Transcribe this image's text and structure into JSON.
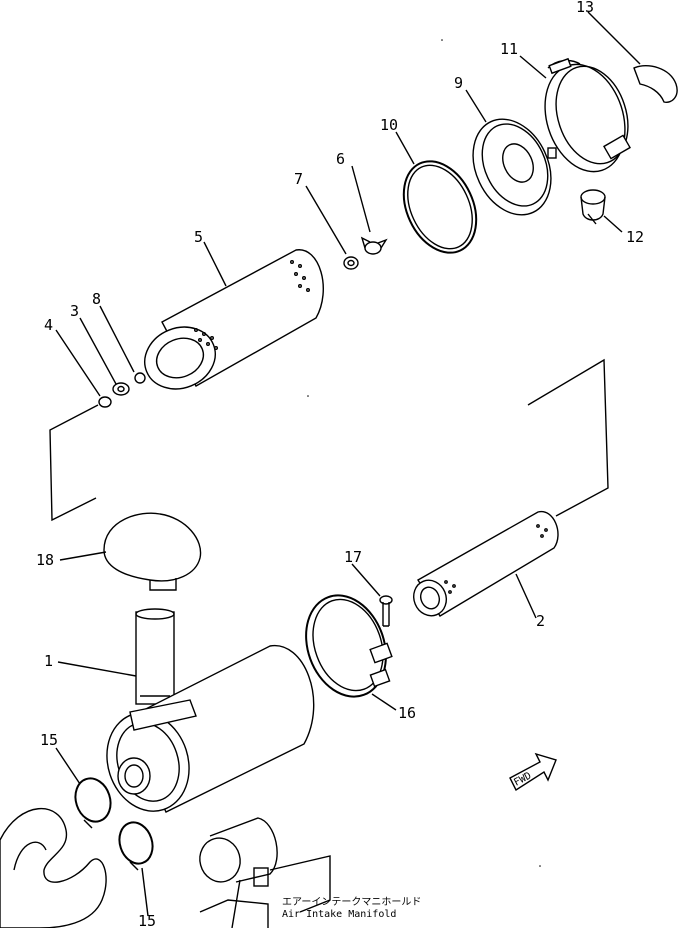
{
  "callouts": [
    {
      "id": "c1",
      "label": "1"
    },
    {
      "id": "c2",
      "label": "2"
    },
    {
      "id": "c3",
      "label": "3"
    },
    {
      "id": "c4",
      "label": "4"
    },
    {
      "id": "c5",
      "label": "5"
    },
    {
      "id": "c6",
      "label": "6"
    },
    {
      "id": "c7",
      "label": "7"
    },
    {
      "id": "c8",
      "label": "8"
    },
    {
      "id": "c9",
      "label": "9"
    },
    {
      "id": "c10",
      "label": "10"
    },
    {
      "id": "c11",
      "label": "11"
    },
    {
      "id": "c12",
      "label": "12"
    },
    {
      "id": "c13",
      "label": "13"
    },
    {
      "id": "c15a",
      "label": "15"
    },
    {
      "id": "c15b",
      "label": "15"
    },
    {
      "id": "c16",
      "label": "16"
    },
    {
      "id": "c17",
      "label": "17"
    },
    {
      "id": "c18",
      "label": "18"
    }
  ],
  "note": {
    "japanese": "エアーインテークマニホールド",
    "english": "Air Intake Manifold"
  },
  "direction_arrow": "FWD"
}
